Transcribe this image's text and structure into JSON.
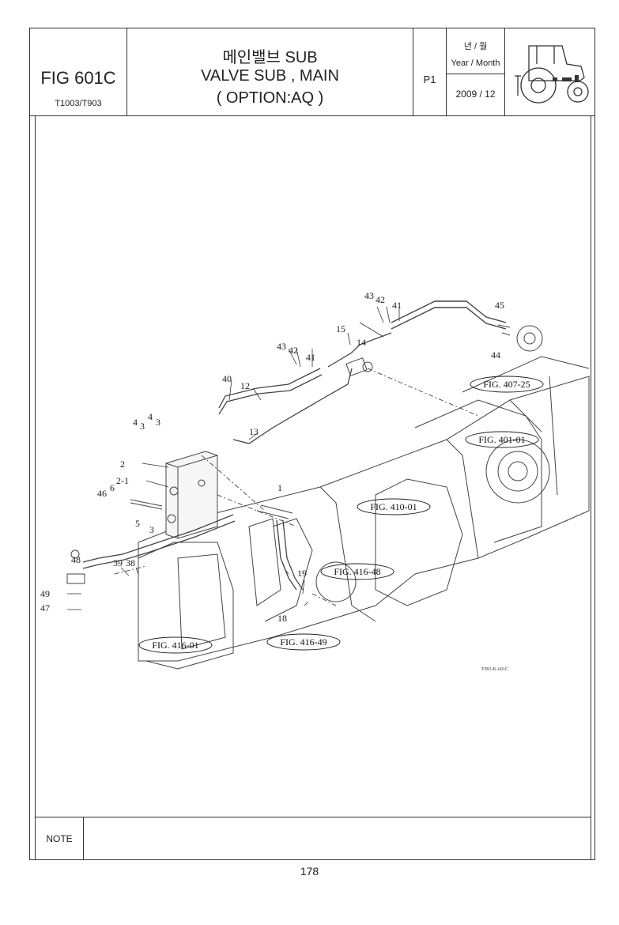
{
  "header": {
    "fig_number": "FIG 601C",
    "model": "T1003/T903",
    "title_kr": "메인밸브 SUB",
    "title_en": "VALVE SUB , MAIN",
    "title_option": "( OPTION:AQ )",
    "page": "P1",
    "year_month_kr": "년 / 월",
    "year_month_en": "Year / Month",
    "date": "2009 / 12"
  },
  "diagram": {
    "drawing_code": "T993-K-601C",
    "part_callouts": [
      "43",
      "42",
      "41",
      "45",
      "15",
      "14",
      "44",
      "43",
      "42",
      "41",
      "40",
      "12",
      "13",
      "4",
      "3",
      "4",
      "3",
      "2",
      "2-1",
      "46",
      "6",
      "5",
      "3",
      "1",
      "48",
      "39",
      "38",
      "49",
      "47",
      "19",
      "18"
    ],
    "figure_refs": [
      "FIG. 407-25",
      "FIG. 401-01",
      "FIG. 410-01",
      "FIG. 416-48",
      "FIG. 416-01",
      "FIG. 416-49"
    ]
  },
  "note": {
    "label": "NOTE",
    "text": ""
  },
  "footer": {
    "page_number": "178"
  }
}
